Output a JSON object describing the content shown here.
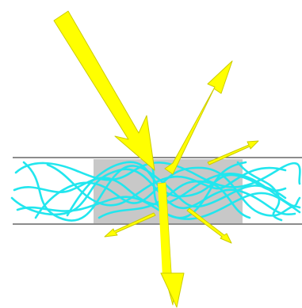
{
  "diagram": {
    "colors": {
      "background": "#ffffff",
      "light_arrow_fill": "#ffff00",
      "light_arrow_stroke": "#cccc00",
      "fiber_color": "#22e6ee",
      "slab_color": "#c8c8c8",
      "edge_line_color": "#666666"
    },
    "elements": [
      {
        "name": "incident-beam",
        "kind": "arrow"
      },
      {
        "name": "reflected-beam",
        "kind": "arrow"
      },
      {
        "name": "transmitted-beam",
        "kind": "arrow"
      },
      {
        "name": "scattered-ray",
        "kind": "arrow",
        "count": 3
      },
      {
        "name": "fiber-strands",
        "kind": "curves"
      },
      {
        "name": "gray-slab",
        "kind": "rectangle"
      }
    ]
  }
}
